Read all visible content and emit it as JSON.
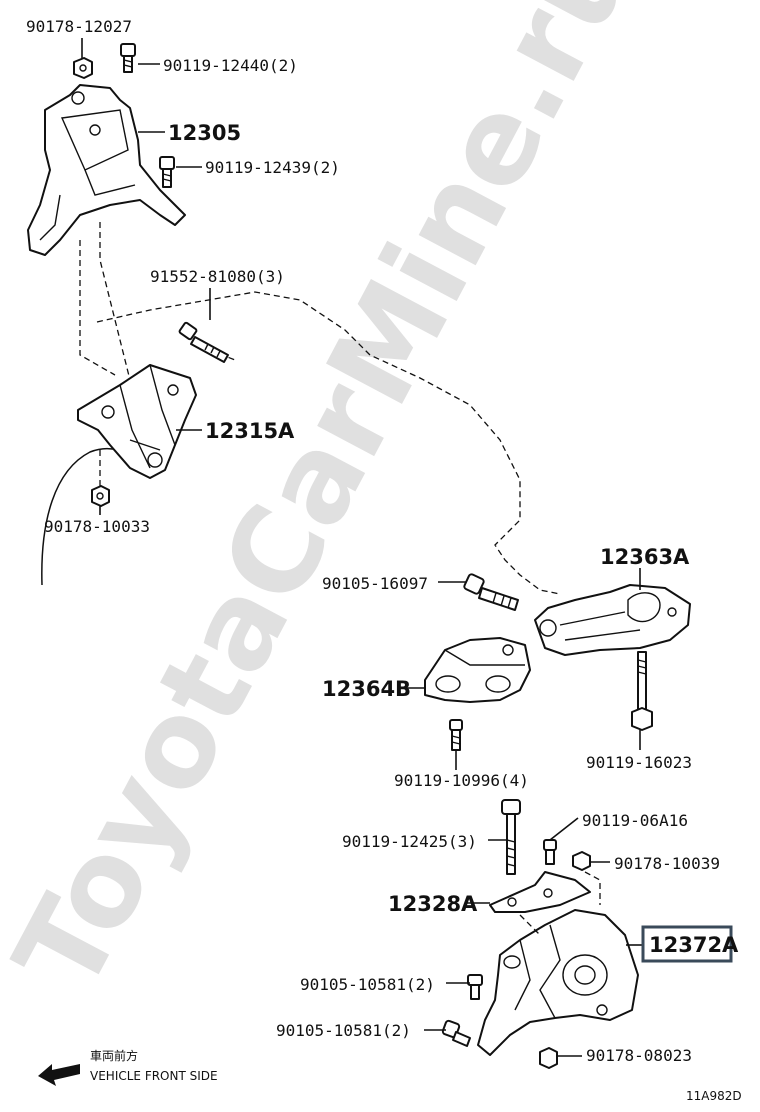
{
  "watermark": "ToyotaCarMine.ru",
  "diagram_code": "11A982D",
  "front_indicator": {
    "japanese": "車両前方",
    "english": "VEHICLE FRONT SIDE"
  },
  "part_numbers": {
    "p12305": "12305",
    "p12315a": "12315A",
    "p12363a": "12363A",
    "p12364b": "12364B",
    "p12328a": "12328A",
    "p12372a": "12372A"
  },
  "fasteners": {
    "f90178_12027": "90178-12027",
    "f90119_12440": "90119-12440(2)",
    "f90119_12439": "90119-12439(2)",
    "f91552_81080": "91552-81080(3)",
    "f90178_10033": "90178-10033",
    "f90105_16097": "90105-16097",
    "f90119_16023": "90119-16023",
    "f90119_10996": "90119-10996(4)",
    "f90119_06a16": "90119-06A16",
    "f90119_12425": "90119-12425(3)",
    "f90178_10039": "90178-10039",
    "f90105_10581_a": "90105-10581(2)",
    "f90105_10581_b": "90105-10581(2)",
    "f90178_08023": "90178-08023"
  },
  "highlighted_part": "12372A",
  "colors": {
    "line": "#111111",
    "highlight_border": "#3a4a5a",
    "watermark": "#e0e0e0"
  }
}
